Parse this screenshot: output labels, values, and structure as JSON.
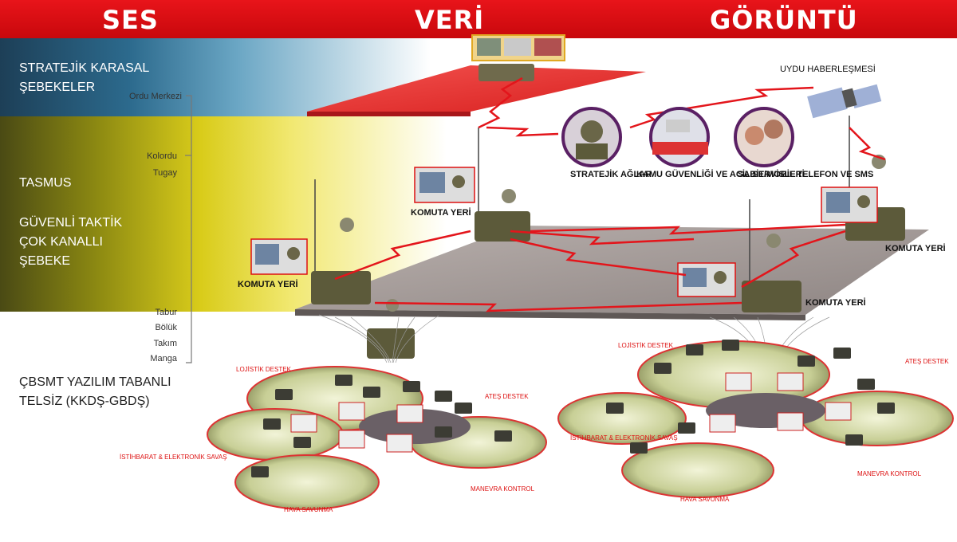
{
  "banner": {
    "ses": "SES",
    "veri": "VERİ",
    "goruntu": "GÖRÜNTÜ"
  },
  "left": {
    "strategic": "STRATEJİK KARASAL ŞEBEKELER",
    "tasmus": "TASMUS",
    "guvenli": "GÜVENLİ TAKTİK ÇOK KANALLI ŞEBEKE",
    "cbsmt": "ÇBSMT YAZILIM TABANLI TELSİZ (KKDŞ-GBDŞ)"
  },
  "hierarchy": [
    "Ordu Merkezi",
    "Kolordu",
    "Tugay",
    "Tabur",
    "Bölük",
    "Takım",
    "Manga"
  ],
  "top": {
    "uydu": "UYDU HABERLEŞMESİ",
    "stratejik": "STRATEJİK AĞLAR",
    "kamu": "KAMU GÜVENLİĞİ VE ACİL SERVİSLERİ",
    "sabit": "SABİT/MOBİL TELEFON VE SMS"
  },
  "komuta": "KOMUTA YERİ",
  "clusters": {
    "lojistik": "LOJİSTİK DESTEK",
    "ates": "ATEŞ DESTEK",
    "istihbarat": "İSTİHBARAT & ELEKTRONİK SAVAŞ",
    "istihbarat2": "ELEKTRONİK SAVAŞ",
    "manevra": "MANEVRA KONTROL",
    "hava": "HAVA SAVUNMA"
  },
  "colors": {
    "red": "#e3151b",
    "blue": "#1d3f57",
    "yellow": "#d9cc1a",
    "grey_plane": "#9c9290"
  }
}
